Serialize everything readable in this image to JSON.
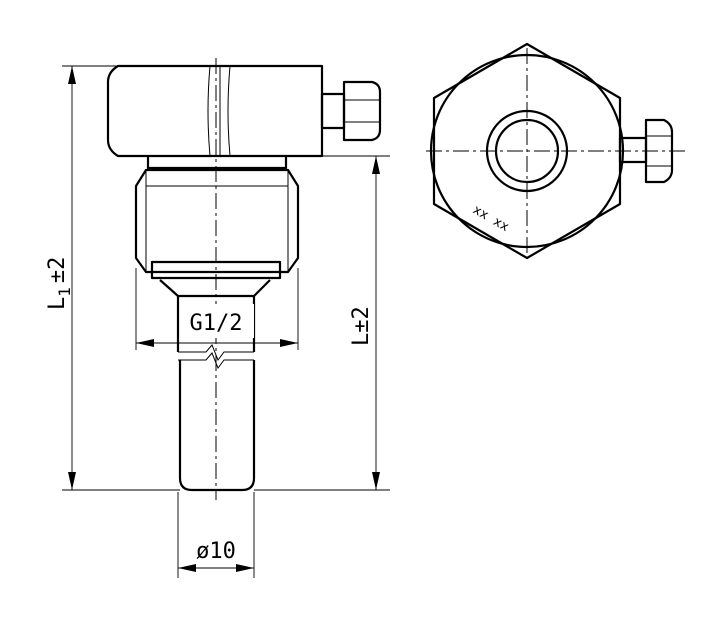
{
  "dimensions": {
    "L1": {
      "base": "L",
      "subscript": "1",
      "tolerance": "±2"
    },
    "L": "L±2",
    "thread": "G1/2",
    "diameter": "ø10"
  },
  "marking": "xx xx"
}
